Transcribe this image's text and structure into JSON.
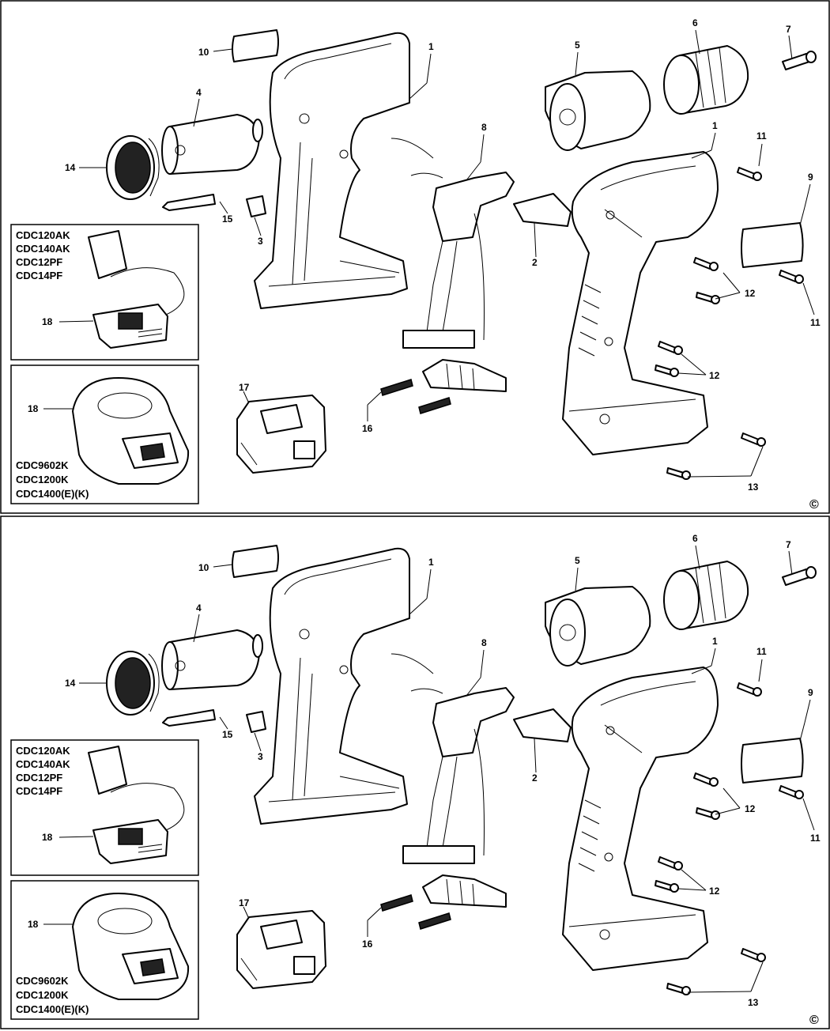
{
  "copyright_symbol": "©",
  "panels": [
    {
      "labels": {
        "p1a": "1",
        "p1b": "1",
        "p2": "2",
        "p3": "3",
        "p4": "4",
        "p5": "5",
        "p6": "6",
        "p7": "7",
        "p8": "8",
        "p9": "9",
        "p10": "10",
        "p11a": "11",
        "p11b": "11",
        "p12a": "12",
        "p12b": "12",
        "p13": "13",
        "p14": "14",
        "p15": "15",
        "p16": "16",
        "p17": "17",
        "p18a": "18",
        "p18b": "18"
      },
      "charger_box_top_models": [
        "CDC120AK",
        "CDC140AK",
        "CDC12PF",
        "CDC14PF"
      ],
      "charger_box_bottom_models": [
        "CDC9602K",
        "CDC1200K",
        "CDC1400(E)(K)"
      ]
    },
    {
      "labels": {
        "p1a": "1",
        "p1b": "1",
        "p2": "2",
        "p3": "3",
        "p4": "4",
        "p5": "5",
        "p6": "6",
        "p7": "7",
        "p8": "8",
        "p9": "9",
        "p10": "10",
        "p11a": "11",
        "p11b": "11",
        "p12a": "12",
        "p12b": "12",
        "p13": "13",
        "p14": "14",
        "p15": "15",
        "p16": "16",
        "p17": "17",
        "p18a": "18",
        "p18b": "18"
      },
      "charger_box_top_models": [
        "CDC120AK",
        "CDC140AK",
        "CDC12PF",
        "CDC14PF"
      ],
      "charger_box_bottom_models": [
        "CDC9602K",
        "CDC1200K",
        "CDC1400(E)(K)"
      ]
    }
  ]
}
